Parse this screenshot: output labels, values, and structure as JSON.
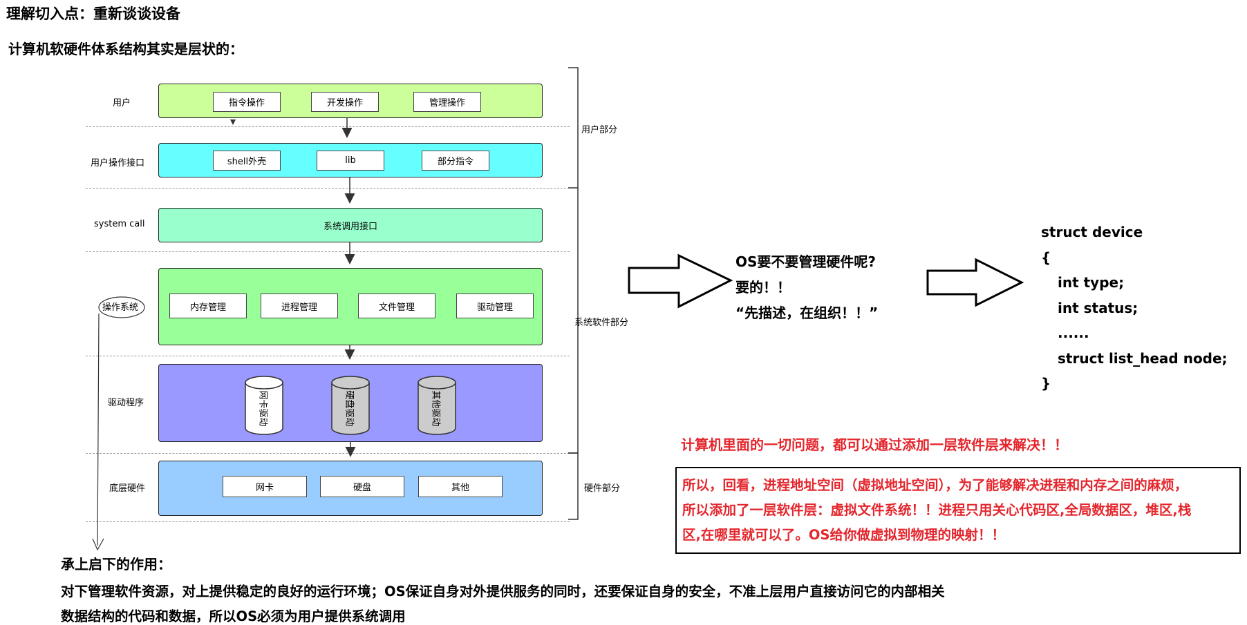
{
  "heading": {
    "title": "理解切入点：重新谈谈设备",
    "subtitle": "计算机软硬件体系结构其实是层状的："
  },
  "layers": {
    "user": {
      "label": "用户",
      "items": [
        "指令操作",
        "开发操作",
        "管理操作"
      ],
      "color": "#ccff99"
    },
    "interface": {
      "label": "用户操作接口",
      "items": [
        "shell外壳",
        "lib",
        "部分指令"
      ],
      "color": "#66ffff"
    },
    "syscall": {
      "label": "system call",
      "center": "系统调用接口",
      "color": "#99ffcc"
    },
    "os": {
      "label": "操作系统",
      "items": [
        "内存管理",
        "进程管理",
        "文件管理",
        "驱动管理"
      ],
      "color": "#99ff99"
    },
    "driver": {
      "label": "驱动程序",
      "items": [
        "网卡驱动",
        "硬盘驱动",
        "其他驱动"
      ],
      "color": "#9999ff"
    },
    "hardware": {
      "label": "底层硬件",
      "items": [
        "网卡",
        "硬盘",
        "其他"
      ],
      "color": "#99ccff"
    }
  },
  "brackets": {
    "user_part": "用户部分",
    "system_part": "系统软件部分",
    "hardware_part": "硬件部分"
  },
  "os_question": {
    "lines": [
      "OS要不要管理硬件呢?",
      "要的！！",
      "“先描述，在组织！！”"
    ]
  },
  "struct_code": {
    "lines": [
      "struct device",
      "{",
      "int type;",
      "int status;",
      "......",
      "struct list_head node;",
      "}"
    ]
  },
  "red_note": "计算机里面的一切问题，都可以通过添加一层软件层来解决！！",
  "red_box": {
    "lines": [
      "所以，回看，进程地址空间（虚拟地址空间），为了能够解决进程和内存之间的麻烦，",
      "所以添加了一层软件层：虚拟文件系统！！进程只用关心代码区,全局数据区，堆区,栈",
      "区,在哪里就可以了。OS给你做虚拟到物理的映射！！"
    ]
  },
  "bottom": {
    "title": "承上启下的作用：",
    "line1": "对下管理软件资源，对上提供稳定的良好的运行环境；OS保证自身对外提供服务的同时，还要保证自身的安全，不准上层用户直接访问它的内部相关",
    "line2": "数据结构的代码和数据，所以OS必须为用户提供系统调用"
  },
  "colors": {
    "accent_red": "#e4262d",
    "driver_fill": "#cccccc"
  }
}
